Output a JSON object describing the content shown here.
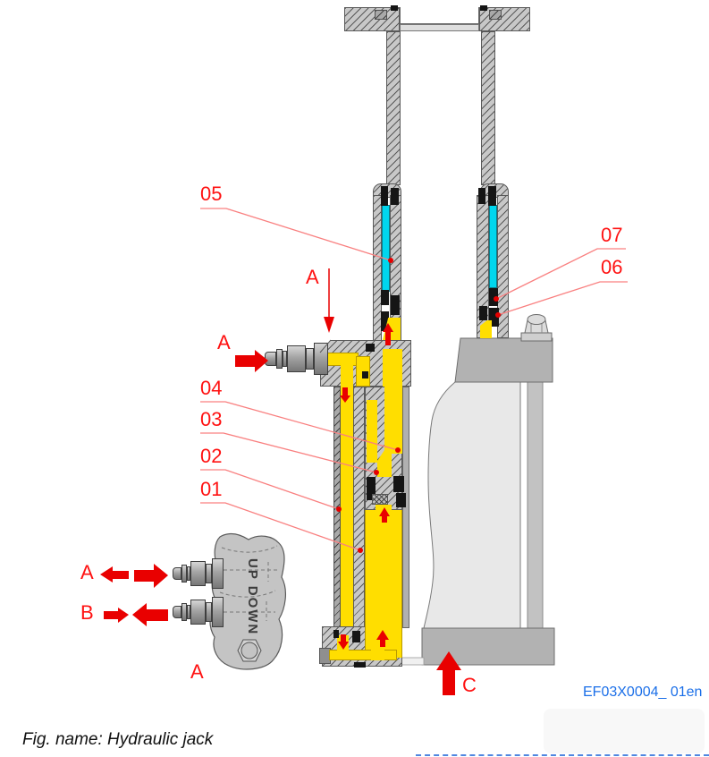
{
  "figure": {
    "caption": "Fig. name: Hydraulic jack",
    "doc_ref": "EF03X0004_ 01en"
  },
  "callouts": {
    "c01": "01",
    "c02": "02",
    "c03": "03",
    "c04": "04",
    "c05": "05",
    "c06": "06",
    "c07": "07"
  },
  "flow_labels": {
    "a_top": "A",
    "a_side_port": "A",
    "a_up_line": "A",
    "b_down_line": "B",
    "a_valve_block": "A",
    "c_base": "C"
  },
  "valve_block": {
    "engraving": "UP DOWN"
  },
  "colors": {
    "hydraulic_fluid": "#ffde00",
    "guide_strip": "#00d6ee",
    "leader_line": "#f98080",
    "callout_text": "#ff1212",
    "arrow": "#e90000",
    "doc_ref_text": "#1b6fe8",
    "steel_hatch": "#c8c8c8",
    "ram_body": "#e8e8e8",
    "block_gray": "#b2b2b2"
  }
}
